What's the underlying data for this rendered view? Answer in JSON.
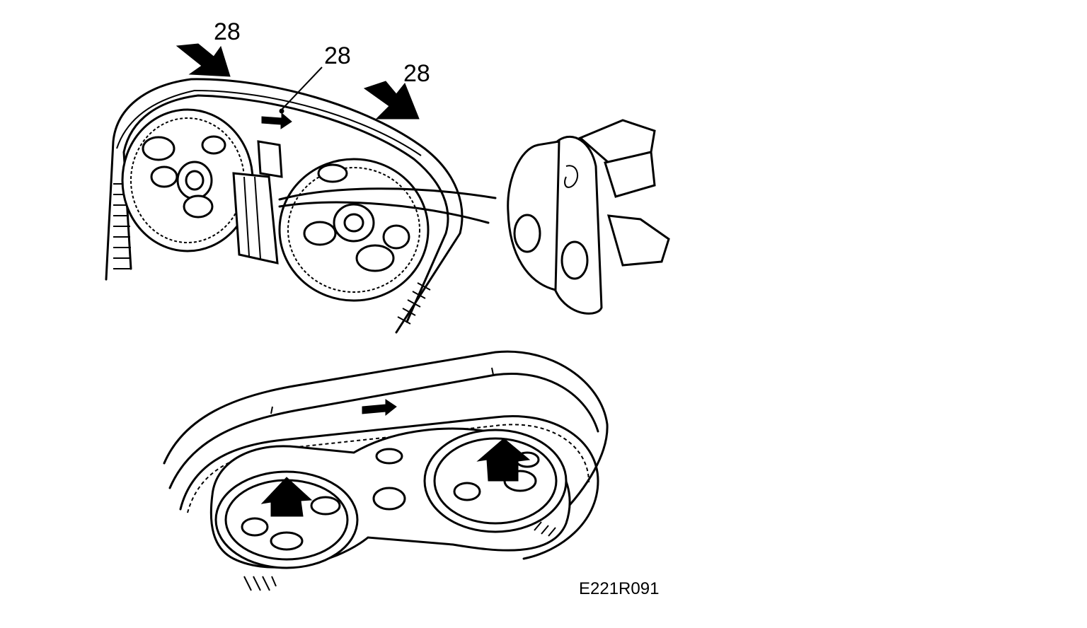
{
  "figure": {
    "callouts": [
      "28",
      "28",
      "28"
    ],
    "figure_code": "E221R091"
  },
  "colors": {
    "ink": "#000000",
    "paper": "#ffffff"
  }
}
